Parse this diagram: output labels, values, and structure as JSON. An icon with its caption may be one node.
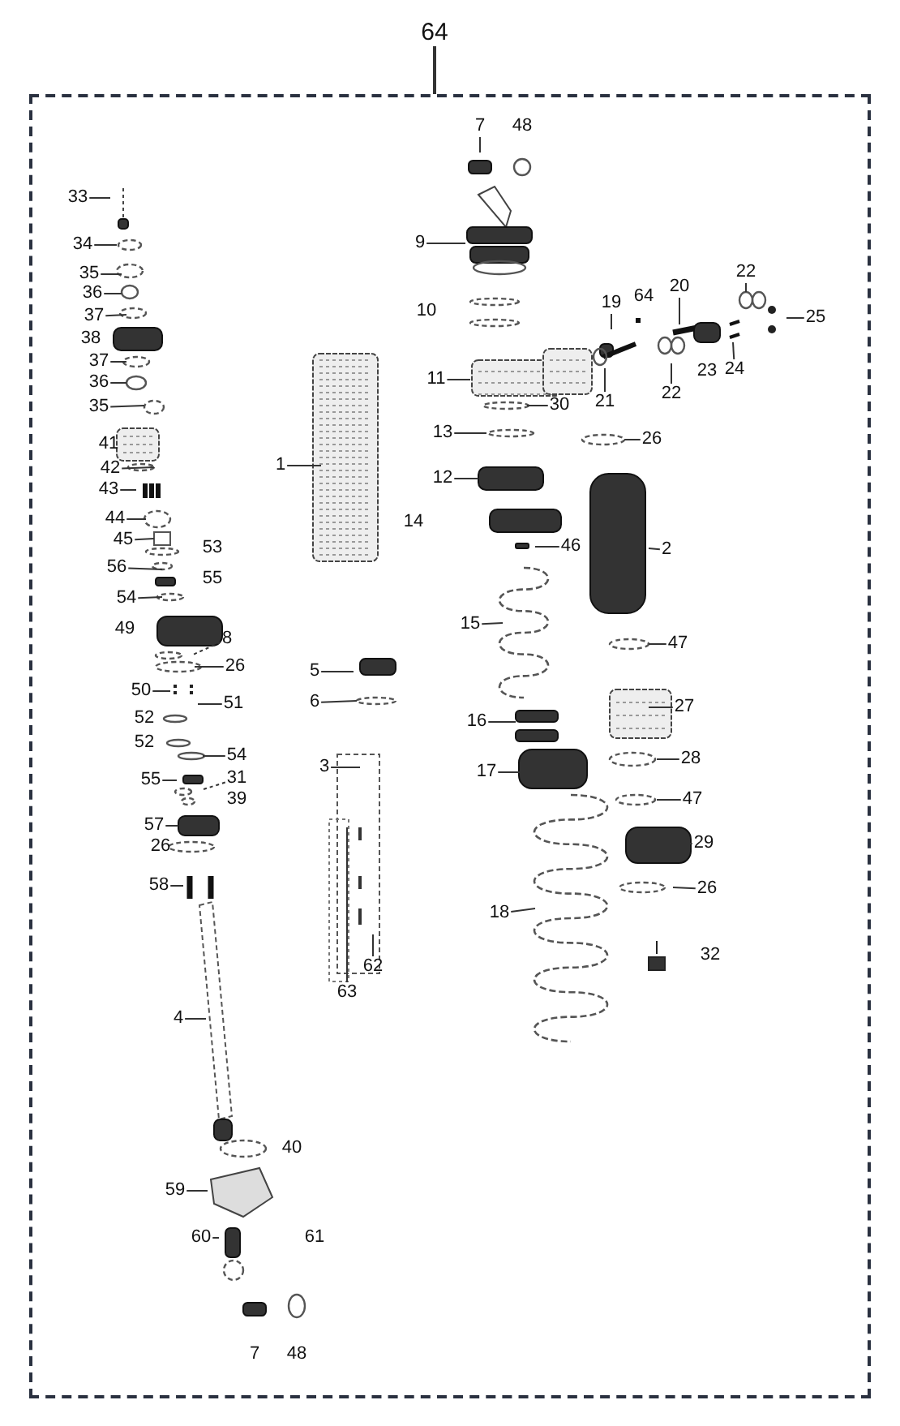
{
  "diagram": {
    "nodes": [
      {
        "text": [],
        "shape": "box"
      },
      {
        "text": [
          "64"
        ]
      },
      {
        "text": [
          "33"
        ],
        "in": 0
      },
      {
        "text": [
          "34"
        ],
        "in": 0
      },
      {
        "text": [
          "35"
        ],
        "in": 0
      },
      {
        "text": [
          "36"
        ],
        "in": 0
      },
      {
        "text": [
          "37"
        ],
        "in": 0
      },
      {
        "text": [
          "37"
        ],
        "in": 0
      },
      {
        "text": [
          "36"
        ],
        "in": 0
      },
      {
        "text": [
          "35"
        ],
        "in": 0
      },
      {
        "text": [
          "42"
        ],
        "in": 0
      },
      {
        "text": [
          "43"
        ],
        "in": 0
      },
      {
        "text": [
          "44"
        ],
        "in": 0
      },
      {
        "text": [
          "45"
        ],
        "in": 0
      },
      {
        "text": [
          "56"
        ],
        "in": 0
      },
      {
        "text": [
          "54"
        ],
        "in": 0
      },
      {
        "text": [
          "8"
        ],
        "in": 0
      },
      {
        "text": [
          "26"
        ],
        "in": 0
      },
      {
        "text": [
          "50"
        ],
        "in": 0
      },
      {
        "text": [
          "51"
        ],
        "in": 0
      },
      {
        "text": [
          "54"
        ],
        "in": 0
      },
      {
        "text": [
          "55"
        ],
        "in": 0
      },
      {
        "text": [
          "31"
        ],
        "in": 0
      },
      {
        "text": [
          "57"
        ],
        "in": 0
      },
      {
        "text": [
          "58"
        ],
        "in": 0
      },
      {
        "text": [
          "4"
        ],
        "in": 0
      },
      {
        "text": [
          "59"
        ],
        "in": 0
      },
      {
        "text": [
          "60"
        ],
        "in": 0
      },
      {
        "text": [
          "7"
        ],
        "in": 0
      },
      {
        "text": [
          "9"
        ],
        "in": 0
      },
      {
        "text": [
          "11"
        ],
        "in": 0
      },
      {
        "text": [
          "30"
        ],
        "in": 0
      },
      {
        "text": [
          "13"
        ],
        "in": 0
      },
      {
        "text": [
          "12"
        ],
        "in": 0
      },
      {
        "text": [
          "1"
        ],
        "in": 0
      },
      {
        "text": [
          "46"
        ],
        "in": 0
      },
      {
        "text": [
          "15"
        ],
        "in": 0
      },
      {
        "text": [
          "5"
        ],
        "in": 0
      },
      {
        "text": [
          "6"
        ],
        "in": 0
      },
      {
        "text": [
          "16"
        ],
        "in": 0
      },
      {
        "text": [
          "3"
        ],
        "in": 0
      },
      {
        "text": [
          "17"
        ],
        "in": 0
      },
      {
        "text": [
          "18"
        ],
        "in": 0
      },
      {
        "text": [
          "62"
        ],
        "in": 0
      },
      {
        "text": [
          "63"
        ],
        "in": 0
      },
      {
        "text": [
          "19"
        ],
        "in": 0
      },
      {
        "text": [
          "20"
        ],
        "in": 0
      },
      {
        "text": [
          "22"
        ],
        "in": 0
      },
      {
        "text": [
          "25"
        ],
        "in": 0
      },
      {
        "text": [
          "21"
        ],
        "in": 0
      },
      {
        "text": [
          "22"
        ],
        "in": 0
      },
      {
        "text": [
          "24"
        ],
        "in": 0
      },
      {
        "text": [
          "26"
        ],
        "in": 0
      },
      {
        "text": [
          "2"
        ],
        "in": 0
      },
      {
        "text": [
          "47"
        ],
        "in": 0
      },
      {
        "text": [
          "27"
        ],
        "in": 0
      },
      {
        "text": [
          "28"
        ],
        "in": 0
      },
      {
        "text": [
          "47"
        ],
        "in": 0
      },
      {
        "text": [
          "29"
        ],
        "in": 0
      },
      {
        "text": [
          "26"
        ],
        "in": 0
      }
    ],
    "edges": [
      {
        "from": 1,
        "to": 0,
        "arrow": "none"
      },
      {
        "from": 2,
        "to": null,
        "arrow": "none"
      },
      {
        "from": 3,
        "to": null,
        "arrow": "none"
      },
      {
        "from": 4,
        "to": null,
        "arrow": "none"
      },
      {
        "from": 5,
        "to": null,
        "arrow": "none"
      },
      {
        "from": 6,
        "to": null,
        "arrow": "none"
      },
      {
        "from": 7,
        "to": null,
        "arrow": "none"
      },
      {
        "from": 8,
        "to": null,
        "arrow": "none"
      },
      {
        "from": 9,
        "to": null,
        "arrow": "none"
      },
      {
        "from": 10,
        "to": null,
        "arrow": "none"
      },
      {
        "from": 11,
        "to": null,
        "arrow": "none"
      },
      {
        "from": 12,
        "to": null,
        "arrow": "none"
      },
      {
        "from": 13,
        "to": null,
        "arrow": "none"
      },
      {
        "from": 14,
        "to": null,
        "arrow": "none"
      },
      {
        "from": 15,
        "to": null,
        "arrow": "none"
      },
      {
        "from": 16,
        "to": null,
        "arrow": "none",
        "style": "dashed"
      },
      {
        "from": 17,
        "to": null,
        "arrow": "none"
      },
      {
        "from": 18,
        "to": null,
        "arrow": "none"
      },
      {
        "from": 19,
        "to": null,
        "arrow": "none"
      },
      {
        "from": 20,
        "to": null,
        "arrow": "none"
      },
      {
        "from": 21,
        "to": null,
        "arrow": "none"
      },
      {
        "from": 22,
        "to": null,
        "arrow": "none",
        "style": "dashed"
      },
      {
        "from": 23,
        "to": null,
        "arrow": "none"
      },
      {
        "from": 24,
        "to": null,
        "arrow": "none"
      },
      {
        "from": 25,
        "to": null,
        "arrow": "none"
      },
      {
        "from": 26,
        "to": null,
        "arrow": "none"
      },
      {
        "from": 27,
        "to": null,
        "arrow": "none"
      },
      {
        "from": 28,
        "to": null,
        "arrow": "none"
      },
      {
        "from": 29,
        "to": null,
        "arrow": "none"
      },
      {
        "from": 30,
        "to": null,
        "arrow": "none"
      },
      {
        "from": 31,
        "to": null,
        "arrow": "none"
      },
      {
        "from": 32,
        "to": null,
        "arrow": "none"
      },
      {
        "from": 33,
        "to": null,
        "arrow": "none"
      },
      {
        "from": 34,
        "to": null,
        "arrow": "none"
      },
      {
        "from": 35,
        "to": null,
        "arrow": "none"
      },
      {
        "from": 36,
        "to": null,
        "arrow": "none"
      },
      {
        "from": 37,
        "to": null,
        "arrow": "none"
      },
      {
        "from": 38,
        "to": null,
        "arrow": "none"
      },
      {
        "from": 39,
        "to": null,
        "arrow": "none"
      },
      {
        "from": 40,
        "to": null,
        "arrow": "none"
      },
      {
        "from": 41,
        "to": null,
        "arrow": "none"
      },
      {
        "from": 42,
        "to": null,
        "arrow": "none"
      },
      {
        "from": 43,
        "to": null,
        "arrow": "none"
      },
      {
        "from": 44,
        "to": null,
        "arrow": "none"
      },
      {
        "from": 45,
        "to": null,
        "arrow": "none"
      },
      {
        "from": 46,
        "to": null,
        "arrow": "none"
      },
      {
        "from": 47,
        "to": null,
        "arrow": "none"
      },
      {
        "from": 48,
        "to": null,
        "arrow": "none"
      },
      {
        "from": 49,
        "to": null,
        "arrow": "none"
      },
      {
        "from": 50,
        "to": null,
        "arrow": "none"
      },
      {
        "from": 51,
        "to": null,
        "arrow": "none"
      },
      {
        "from": 52,
        "to": null,
        "arrow": "none"
      },
      {
        "from": 53,
        "to": null,
        "arrow": "none"
      },
      {
        "from": 54,
        "to": null,
        "arrow": "none"
      },
      {
        "from": 55,
        "to": null,
        "arrow": "none"
      },
      {
        "from": 56,
        "to": null,
        "arrow": "none"
      },
      {
        "from": 57,
        "to": null,
        "arrow": "none"
      },
      {
        "from": 58,
        "to": null,
        "arrow": "none"
      },
      {
        "from": 59,
        "to": null,
        "arrow": "none"
      }
    ],
    "labels": [
      "48",
      "64",
      "10",
      "38",
      "23",
      "41",
      "14",
      "53",
      "55",
      "49",
      "52",
      "52",
      "39",
      "26",
      "32",
      "40",
      "61",
      "7",
      "48"
    ]
  }
}
